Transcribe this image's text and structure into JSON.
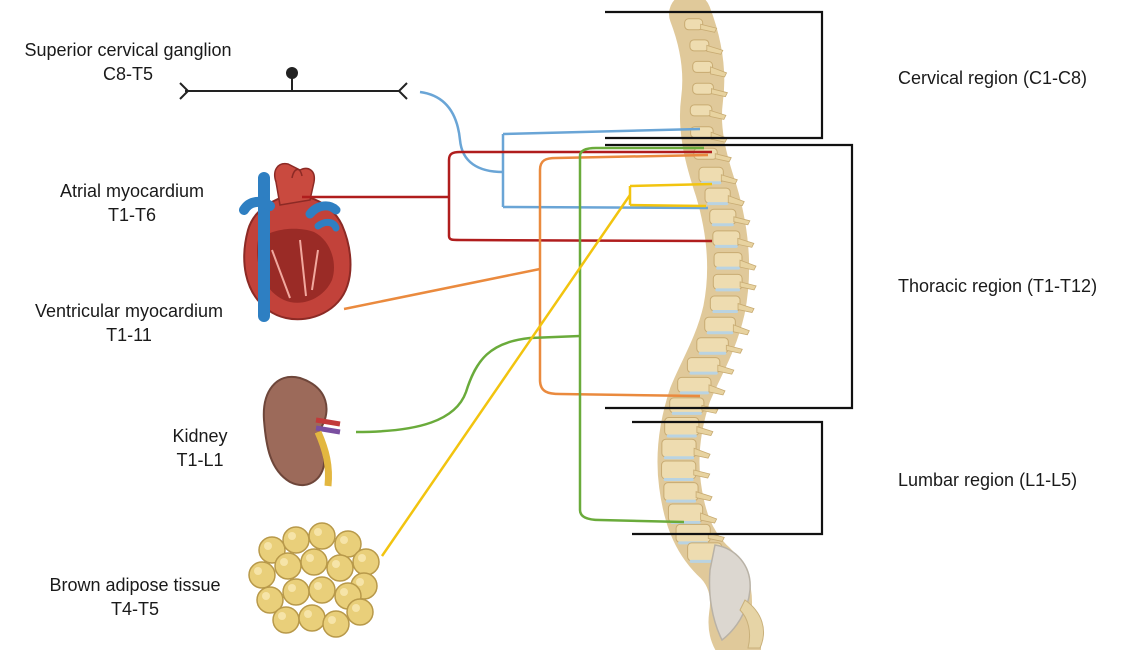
{
  "organs": [
    {
      "id": "scg",
      "name": "Superior cervical ganglion",
      "segments": "C8-T5",
      "color": "#6aa5d6"
    },
    {
      "id": "atrial",
      "name": "Atrial myocardium",
      "segments": "T1-T6",
      "color": "#b01d1d"
    },
    {
      "id": "ventricular",
      "name": "Ventricular myocardium",
      "segments": "T1-11",
      "color": "#ea8a3e"
    },
    {
      "id": "kidney",
      "name": "Kidney",
      "segments": "T1-L1",
      "color": "#6aab3b"
    },
    {
      "id": "bat",
      "name": "Brown adipose tissue",
      "segments": "T4-T5",
      "color": "#f2c40f"
    }
  ],
  "regions": [
    {
      "id": "cervical",
      "label": "Cervical region (C1-C8)"
    },
    {
      "id": "thoracic",
      "label": "Thoracic region (T1-T12)"
    },
    {
      "id": "lumbar",
      "label": "Lumbar region (L1-L5)"
    }
  ],
  "icons": [
    "neuron-icon",
    "heart-icon",
    "kidney-icon",
    "adipose-tissue-icon",
    "spine-icon"
  ]
}
